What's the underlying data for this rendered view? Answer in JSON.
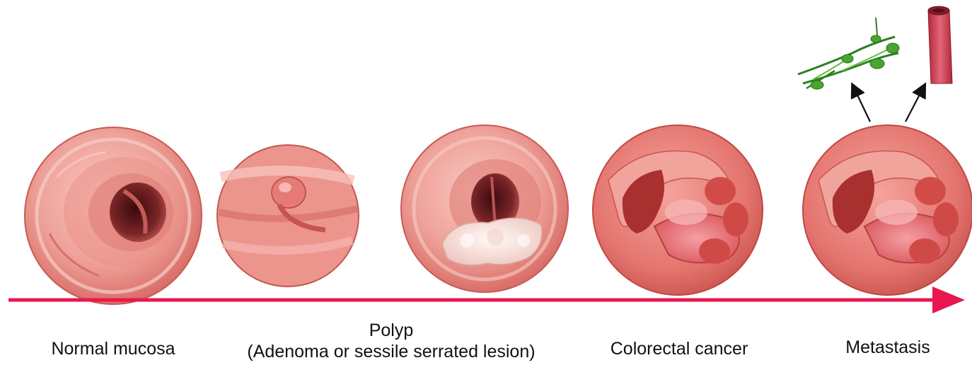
{
  "stages": [
    {
      "id": "normal",
      "label": "Normal mucosa"
    },
    {
      "id": "polyp",
      "label_line1": "Polyp",
      "label_line2": "(Adenoma or sessile serrated lesion)"
    },
    {
      "id": "cancer",
      "label": "Colorectal cancer"
    },
    {
      "id": "metastasis",
      "label": "Metastasis"
    }
  ],
  "colors": {
    "progression_arrow": "#e8174f",
    "mucosa_light": "#f6b5ae",
    "mucosa_mid": "#e7837c",
    "mucosa_dark": "#b8423f",
    "lumen_dark": "#5a1416",
    "adenoma_white": "#f7e7e2",
    "lymph_green": "#4aa52e",
    "vessel_red": "#d6475a"
  },
  "icons": [
    "lymphatic-vessel-icon",
    "blood-vessel-icon"
  ]
}
